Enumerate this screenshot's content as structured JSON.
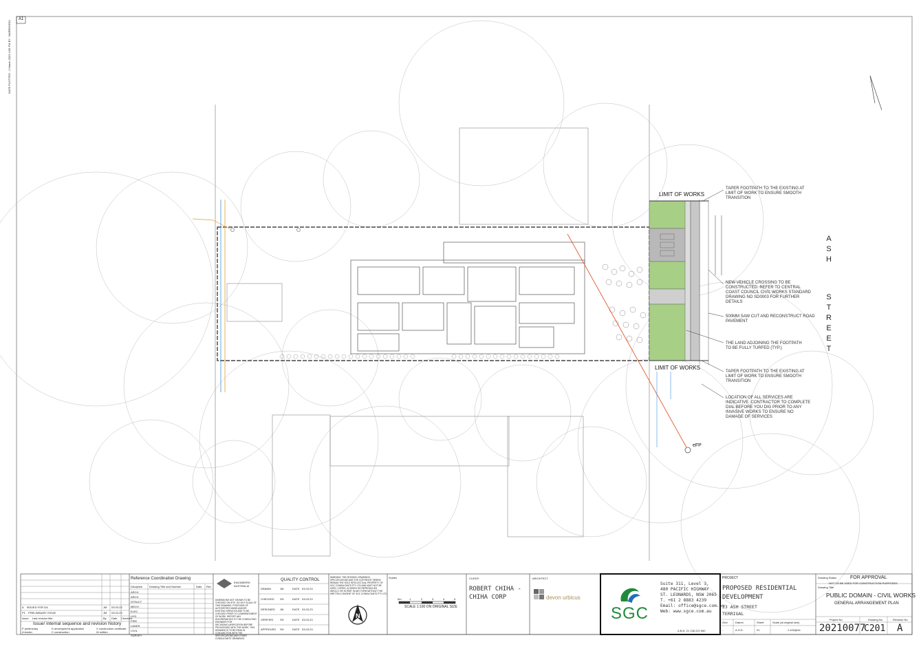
{
  "sheet": {
    "size_tag": "A1",
    "side_text": "DATE PLOTTED : 1 March 2023 4:05 PM BY : BARRIOSOU"
  },
  "plan": {
    "street_letters": [
      "A",
      "S",
      "H",
      "",
      "S",
      "T",
      "R",
      "E",
      "E",
      "T"
    ],
    "limit_of_works_top": "LIMIT OF WORKS",
    "limit_of_works_bottom": "LIMIT OF WORKS",
    "efp_label": "eFP",
    "annotations": {
      "taper_top": "TAPER FOOTPATH TO THE EXISTING AT\nLIMIT OF WORK TO ENSURE SMOOTH\nTRANSITION",
      "vehicle_crossing": "NEW VEHICLE CROSSING TO BE\nCONSTRUCTED. REFER TO CENTRAL\nCOAST COUNCIL CIVIL WORKS STANDARD\nDRAWING NO SD0003 FOR FURTHER\nDETAILS",
      "saw_cut": "500mm SAW CUT AND RECONSTRUCT ROAD\nPAVEMENT",
      "turfed": "THE LAND ADJOINING THE FOOTPATH\nTO BE FULLY TURFED (TYP.)",
      "taper_bottom": "TAPER FOOTPATH TO THE EXISTING AT\nLIMIT OF WORK TO ENSURE SMOOTH\nTRANSITION",
      "services": "LOCATION OF ALL SERVICES ARE\nINDICATIVE. CONTRACTOR TO COMPLETE\nDIAL BEFORE YOU DIG PRIOR TO ANY\nINVASIVE WORKS TO ENSURE NO\nDAMAGE OF SERVICES"
    },
    "scale_text": "SCALE 1:100 ON ORIGINAL SIZE",
    "scale_ticks": [
      "0m",
      "1",
      "2",
      "3",
      "4",
      "5"
    ]
  },
  "title_block": {
    "revisions": {
      "rows": [
        {
          "rev": "P1",
          "desc": "PRELIMINARY ISSUE",
          "by": "JM",
          "date": "03.03.23"
        },
        {
          "rev": "A",
          "desc": "ISSUED FOR DA",
          "by": "JM",
          "date": "03.03.23"
        }
      ],
      "header": [
        "Issue",
        "Last revision title",
        "By",
        "Date",
        "Checked"
      ],
      "caption": "Issue/ internal sequence and revision history",
      "key_1": "P preliminary",
      "key_2": "A tender",
      "key_3": "D development application",
      "key_4": "C construction",
      "key_5": "X construction certificate",
      "key_6": "W written"
    },
    "reference": {
      "title": "Reference Coordination Drawing",
      "col1": "Discipline",
      "col2": "Drawing Title and Number",
      "col3": "Date",
      "col4": "Rev",
      "disciplines": [
        "ARCH",
        "ARCH",
        "STRUCT",
        "MECH",
        "ELEC",
        "HYD",
        "FIRE",
        "LANDS",
        "CIVIL",
        "SURVEY"
      ]
    },
    "engineers_australia": "ENGINEERS AUSTRALIA",
    "disclaimer": "DIMENSIONS NOT SHOWN TO BE CHECKED ON SITE. DO NOT SCALE OF THIS DRAWING. POSITIONS OF AUTHORITIES MAINS AND/OR EXISTING SERVICES ARE TO BE CHECKED PRIOR TO COMMENCEMENT OF WORK. REPORT ANY DISCREPANCIES TO THE CONSULTING ENGINEER FOR DECISION/CLARIFICATION BEFORE PROCEEDING WITH THE WORK. THIS DRAWING IS TO BE READ IN CONJUNCTION WITH THE SPECIFICATIONS AND OTHER CONSULTANTS' DRAWINGS.",
    "quality_control": {
      "title": "QUALITY CONTROL",
      "rows": [
        {
          "role": "DRAWN",
          "by": "JM",
          "date_label": "DATE",
          "date": "03.03.23"
        },
        {
          "role": "CHECKED",
          "by": "SH",
          "date_label": "DATE",
          "date": "03.03.23"
        },
        {
          "role": "DESIGNED",
          "by": "JM",
          "date_label": "DATE",
          "date": "03.03.23"
        },
        {
          "role": "VERIFIED",
          "by": "SH",
          "date_label": "DATE",
          "date": "03.03.23"
        },
        {
          "role": "APPROVED",
          "by": "SH",
          "date_label": "DATE",
          "date": "03.03.23"
        }
      ]
    },
    "warning": "WARNING: THE DESIGNS, DRAWINGS, SPECIFICATIONS AND THE COPYRIGHT HEREIN REMAIN THE SOLE INTELLECTUAL PROPERTY OF SGC CONSULTANTS PTY LTD AND MUST NOT BE USED, COPIED, ALTERED OR REPRODUCED WHOLLY OR IN PART IN ANY FORM WITHOUT THE WRITTEN CONSENT OF SGC CONSULTANTS PTY LTD",
    "scales_label": "Scales",
    "client_label": "CLIENT:",
    "client_name": "ROBERT CHIHA -\nCHIHA CORP",
    "architect_label": "ARCHITECT",
    "architect_name": "devon urbicus",
    "sgc_logo": "SGC",
    "sgc_address": "Suite 311, Level 3,\n480 PACIFIC HIGHWAY\nST. LEONARDS, NSW 2065\nT. +61 2 8883 4239\nEmail: office@sgce.com.au\nWeb: www.sgce.com.au",
    "abn": "A.B.N. 21 138 222 550",
    "project_label": "PROJECT",
    "project_name": "PROPOSED RESIDENTIAL\nDEVELOPMENT",
    "project_address": "23 ASH STREET\nTERRIGAL",
    "grid": [
      {
        "label": "Grid",
        "value": "-"
      },
      {
        "label": "Datum",
        "value": "A.H.D."
      },
      {
        "label": "Sheet",
        "value": "01"
      },
      {
        "label": "Scale (at original size)",
        "value": "1:100@A1"
      }
    ],
    "drawing_status_label": "Drawing Status",
    "drawing_status": "FOR APPROVAL",
    "drawing_status_note": "NOT TO BE USED FOR CONSTRUCTION PURPOSES",
    "drawing_title_label": "Drawing Title",
    "drawing_title": "PUBLIC DOMAIN - CIVIL WORKS",
    "drawing_subtitle": "GENERAL ARRANGEMENT PLAN",
    "project_no_label": "Project No",
    "project_no": "20210077",
    "drawing_no_label": "Drawing No",
    "drawing_no": "C201",
    "revision_no_label": "Revision No",
    "revision_no": "A"
  },
  "colors": {
    "turf": "#a7cf86",
    "pavement_grey": "#b9b9b9",
    "kerb": "#c8c8c8",
    "sgc_green": "#1f8a3c",
    "sgc_blue": "#1e6fb8",
    "efp_line": "#e05a2b",
    "service_blue": "#3d8ee0",
    "service_orange": "#e0a030"
  }
}
